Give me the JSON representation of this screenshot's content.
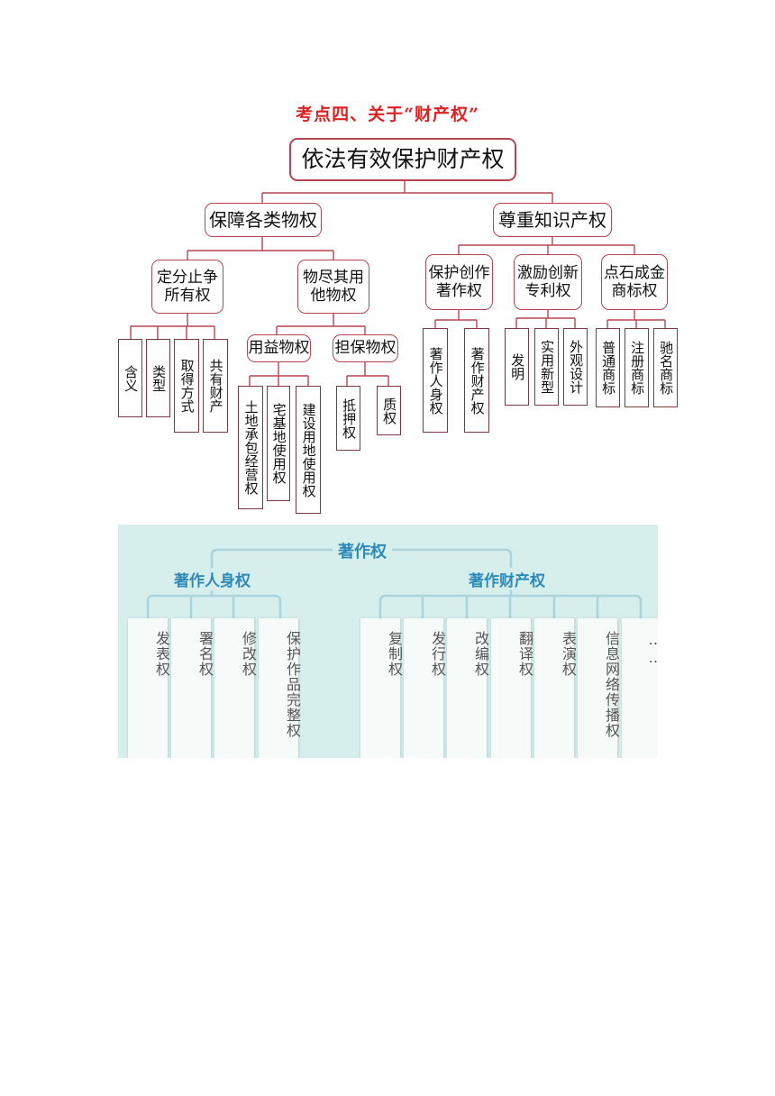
{
  "title": "考点四、关于“财产权”",
  "tree": {
    "root": "依法有效保护财产权",
    "left": {
      "label": "保障各类物权",
      "ownership": {
        "label": "定分止争\n所有权",
        "leaves": [
          "含义",
          "类型",
          "取得方式",
          "共有财产"
        ]
      },
      "other": {
        "label": "物尽其用\n他物权",
        "usufruct": {
          "label": "用益物权",
          "leaves": [
            "土地承包经营权",
            "宅基地使用权",
            "建设用地使用权"
          ]
        },
        "security": {
          "label": "担保物权",
          "leaves": [
            "抵押权",
            "质权"
          ]
        }
      }
    },
    "right": {
      "label": "尊重知识产权",
      "copyright": {
        "label": "保护创作\n著作权",
        "leaves": [
          "著作人身权",
          "著作财产权"
        ]
      },
      "patent": {
        "label": "激励创新\n专利权",
        "leaves": [
          "发明",
          "实用新型",
          "外观设计"
        ]
      },
      "trademark": {
        "label": "点石成金\n商标权",
        "leaves": [
          "普通商标",
          "注册商标",
          "驰名商标"
        ]
      }
    }
  },
  "copyright_panel": {
    "root": "著作权",
    "personal": {
      "label": "著作人身权",
      "items": [
        "发表权",
        "署名权",
        "修改权",
        "保护作品完整权"
      ]
    },
    "property": {
      "label": "著作财产权",
      "items": [
        "复制权",
        "发行权",
        "改编权",
        "翻译权",
        "表演权",
        "信息网络传播权",
        "……"
      ]
    }
  },
  "colors": {
    "title": "#e02020",
    "box_border": "#b5454f",
    "panel_bg": "#d6eeec",
    "panel_text": "#2d8ab8",
    "panel_lines": "#a9d3df"
  }
}
